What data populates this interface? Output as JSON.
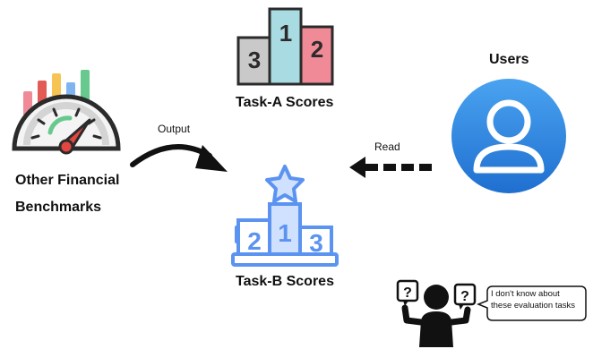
{
  "task_a": {
    "label": "Task-A Scores",
    "ranks": [
      "1",
      "2",
      "3"
    ]
  },
  "task_b": {
    "label": "Task-B Scores",
    "ranks": [
      "1",
      "2",
      "3"
    ]
  },
  "users": {
    "label": "Users"
  },
  "benchmarks": {
    "label_line1": "Other Financial",
    "label_line2": "Benchmarks"
  },
  "arrows": {
    "output": "Output",
    "read": "Read"
  },
  "speech": {
    "line1": "I don't know about",
    "line2": "these evaluation tasks"
  },
  "colors": {
    "podium_first": "#a9dbe3",
    "podium_second": "#f08a96",
    "podium_third": "#c9c9c9",
    "podium_blue": "#5b93f0",
    "podium_blue_light": "#cfe1ff",
    "user_circle": "#2f86de",
    "gauge_red": "#e2463f"
  }
}
